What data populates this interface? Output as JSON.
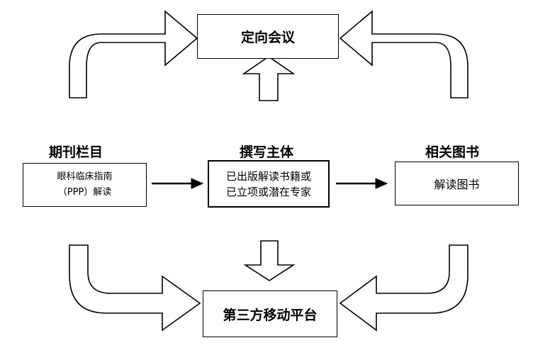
{
  "colors": {
    "stroke": "#000000",
    "fill": "#ffffff"
  },
  "top_box": {
    "label": "定向会议"
  },
  "bottom_box": {
    "label": "第三方移动平台"
  },
  "columns": {
    "journal": {
      "heading": "期刊栏目",
      "line1": "眼科临床指南",
      "line2": "（PPP）解读"
    },
    "author": {
      "heading": "撰写主体",
      "line1": "已出版解读书籍或",
      "line2": "已立项或潜在专家"
    },
    "book": {
      "heading": "相关图书",
      "label": "解读图书"
    }
  }
}
